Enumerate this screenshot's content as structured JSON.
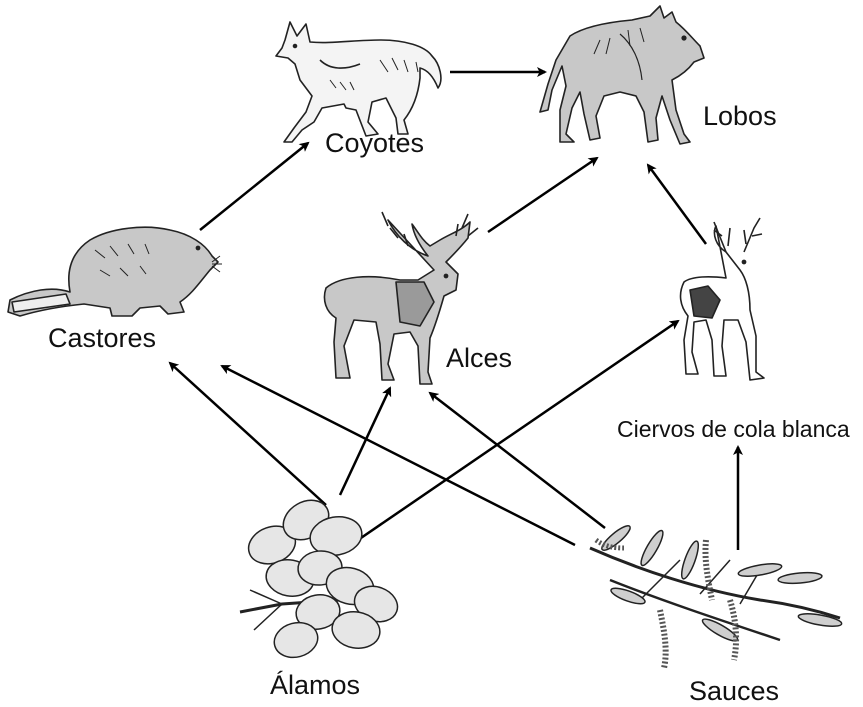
{
  "labels": {
    "coyotes": "Coyotes",
    "lobos": "Lobos",
    "castores": "Castores",
    "alces": "Alces",
    "ciervos": "Ciervos de cola blanca",
    "alamos": "Álamos",
    "sauces": "Sauces"
  },
  "links": [
    {
      "from": "Coyotes",
      "to": "Lobos"
    },
    {
      "from": "Castores",
      "to": "Coyotes"
    },
    {
      "from": "Alces",
      "to": "Lobos"
    },
    {
      "from": "Ciervos de cola blanca",
      "to": "Lobos"
    },
    {
      "from": "Álamos",
      "to": "Castores"
    },
    {
      "from": "Álamos",
      "to": "Alces"
    },
    {
      "from": "Álamos",
      "to": "Ciervos de cola blanca"
    },
    {
      "from": "Sauces",
      "to": "Castores"
    },
    {
      "from": "Sauces",
      "to": "Alces"
    },
    {
      "from": "Sauces",
      "to": "Ciervos de cola blanca"
    }
  ],
  "colors": {
    "arrow": "#000000",
    "animal_fill": "#c8c8c8",
    "animal_light": "#f2f2f2",
    "stroke": "#222222",
    "leaf_fill": "#e6e6e6"
  }
}
